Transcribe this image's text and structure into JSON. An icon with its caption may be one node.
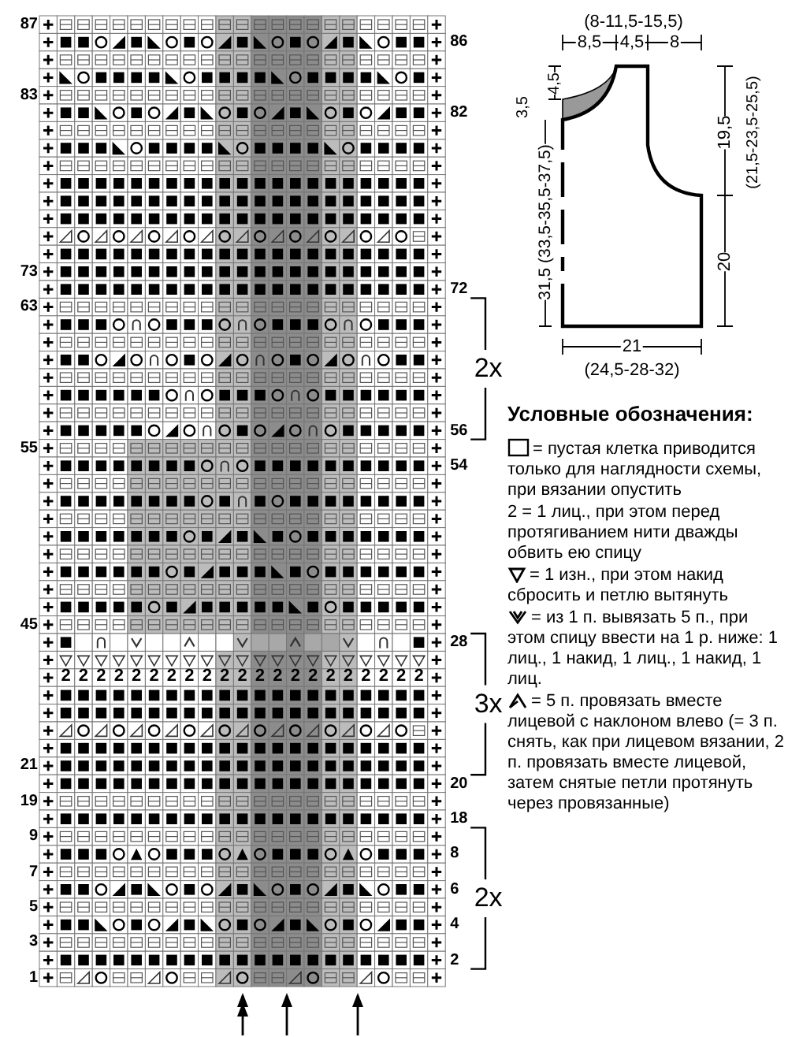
{
  "diagram": {
    "labels": [
      "87",
      "86",
      "83",
      "82",
      "73",
      "72",
      "63",
      "56",
      "55",
      "54",
      "45",
      "28",
      "21",
      "20",
      "19",
      "18",
      "9",
      "8",
      "7",
      "6",
      "5",
      "4",
      "3",
      "2",
      "1",
      "2",
      "2",
      "2",
      "2",
      "2",
      "2",
      "2",
      "2",
      "2",
      "2",
      "2",
      "2",
      "2",
      "2",
      "2",
      "2",
      "2",
      "2",
      "2",
      "2",
      "2",
      "2x",
      "3x",
      "2x",
      "(8-11,5-15,5)",
      "8,5",
      "4,5",
      "8",
      "4,5",
      "3,5",
      "31,5 (33,5-35,5-37,5)",
      "19,5",
      "(21,5-23,5-25,5)",
      "20",
      "21",
      "(24,5-28-32)",
      "Условные обозначения:"
    ],
    "legend": [
      {
        "text": "= пустая клетка приводится только для наглядности схемы, при вязании опустить"
      },
      {
        "text": "2 = 1 лиц., при этом перед протягиванием нити дважды обвить ею спицу"
      },
      {
        "text": "= 1 изн., при этом накид сбросить и петлю вытянуть"
      },
      {
        "text": "= из 1 п. вывязать 5 п., при этом спицу ввести на 1 р. ниже: 1 лиц., 1 накид, 1 лиц., 1 накид, 1 лиц."
      },
      {
        "text": "= 5 п. провязать вместе лицевой с наклоном влево (= 3 п. снять, как при лицевом вязании, 2 п. провязать вместе лицевой, затем снятые петли протянуть через провязанные)"
      }
    ]
  }
}
